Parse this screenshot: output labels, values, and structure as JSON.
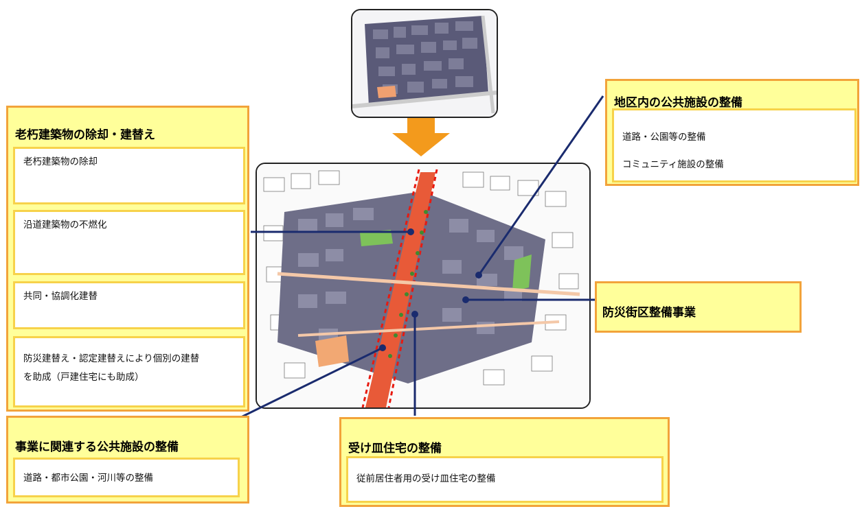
{
  "left_panel": {
    "title": "老朽建築物の除却・建替え",
    "items": [
      "老朽建築物の除却",
      "沿道建築物の不燃化",
      "共同・協調化建替",
      "防災建替え・認定建替えにより個別の建替",
      "を助成（戸建住宅にも助成）"
    ]
  },
  "public_facilities_panel": {
    "title": "事業に関連する公共施設の整備",
    "item": "道路・都市公園・河川等の整備"
  },
  "district_panel": {
    "title": "地区内の公共施設の整備",
    "items": [
      "道路・公園等の整備",
      "コミュニティ施設の整備"
    ]
  },
  "disaster_block_panel": {
    "title": "防災街区整備事業"
  },
  "housing_panel": {
    "title": "受け皿住宅の整備",
    "item": "従前居住者用の受け皿住宅の整備"
  },
  "colors": {
    "panel_fill": "#ffff9a",
    "panel_border": "#f2a33a",
    "inner_border": "#f7d24a",
    "arrow": "#f39a1c",
    "leader_line": "#1a2b6e",
    "road": "#e83a1e"
  }
}
